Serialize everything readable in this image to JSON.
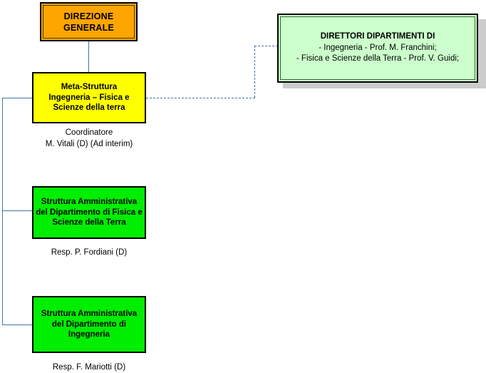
{
  "diagram": {
    "title": "Organigramma Meta-Struttura Ingegneria - Fisica e Scienze della Terra",
    "colors": {
      "direzione_fill": "#FFA500",
      "meta_fill": "#FFFF00",
      "struttura_fill": "#00EE00",
      "direttori_fill": "#CCFFCC",
      "shadow": "#CCCCCC",
      "connector": "#4472A8",
      "border": "#000000"
    }
  },
  "nodes": {
    "direzione_generale": {
      "line1": "DIREZIONE",
      "line2": "GENERALE"
    },
    "meta_struttura": {
      "line1": "Meta-Struttura",
      "line2": "Ingegneria – Fisica e",
      "line3": "Scienze della terra",
      "caption_line1": "Coordinatore",
      "caption_line2": "M. Vitali (D) (Ad interim)"
    },
    "direttori_dipartimenti": {
      "line1": "DIRETTORI DIPARTIMENTI DI",
      "line2": "-  Ingegneria - Prof. M. Franchini;",
      "line3": "- Fisica e Scienze della Terra - Prof. V. Guidi;"
    },
    "struttura_amm_fisica": {
      "line1": "Struttura Amministrativa",
      "line2": "del Dipartimento di Fisica e",
      "line3": "Scienze della Terra",
      "caption": "Resp. P. Fordiani (D)"
    },
    "struttura_amm_ingegneria": {
      "line1": "Struttura Amministrativa",
      "line2": "del Dipartimento di",
      "line3": "Ingegneria",
      "caption": "Resp. F. Mariotti (D)"
    }
  }
}
